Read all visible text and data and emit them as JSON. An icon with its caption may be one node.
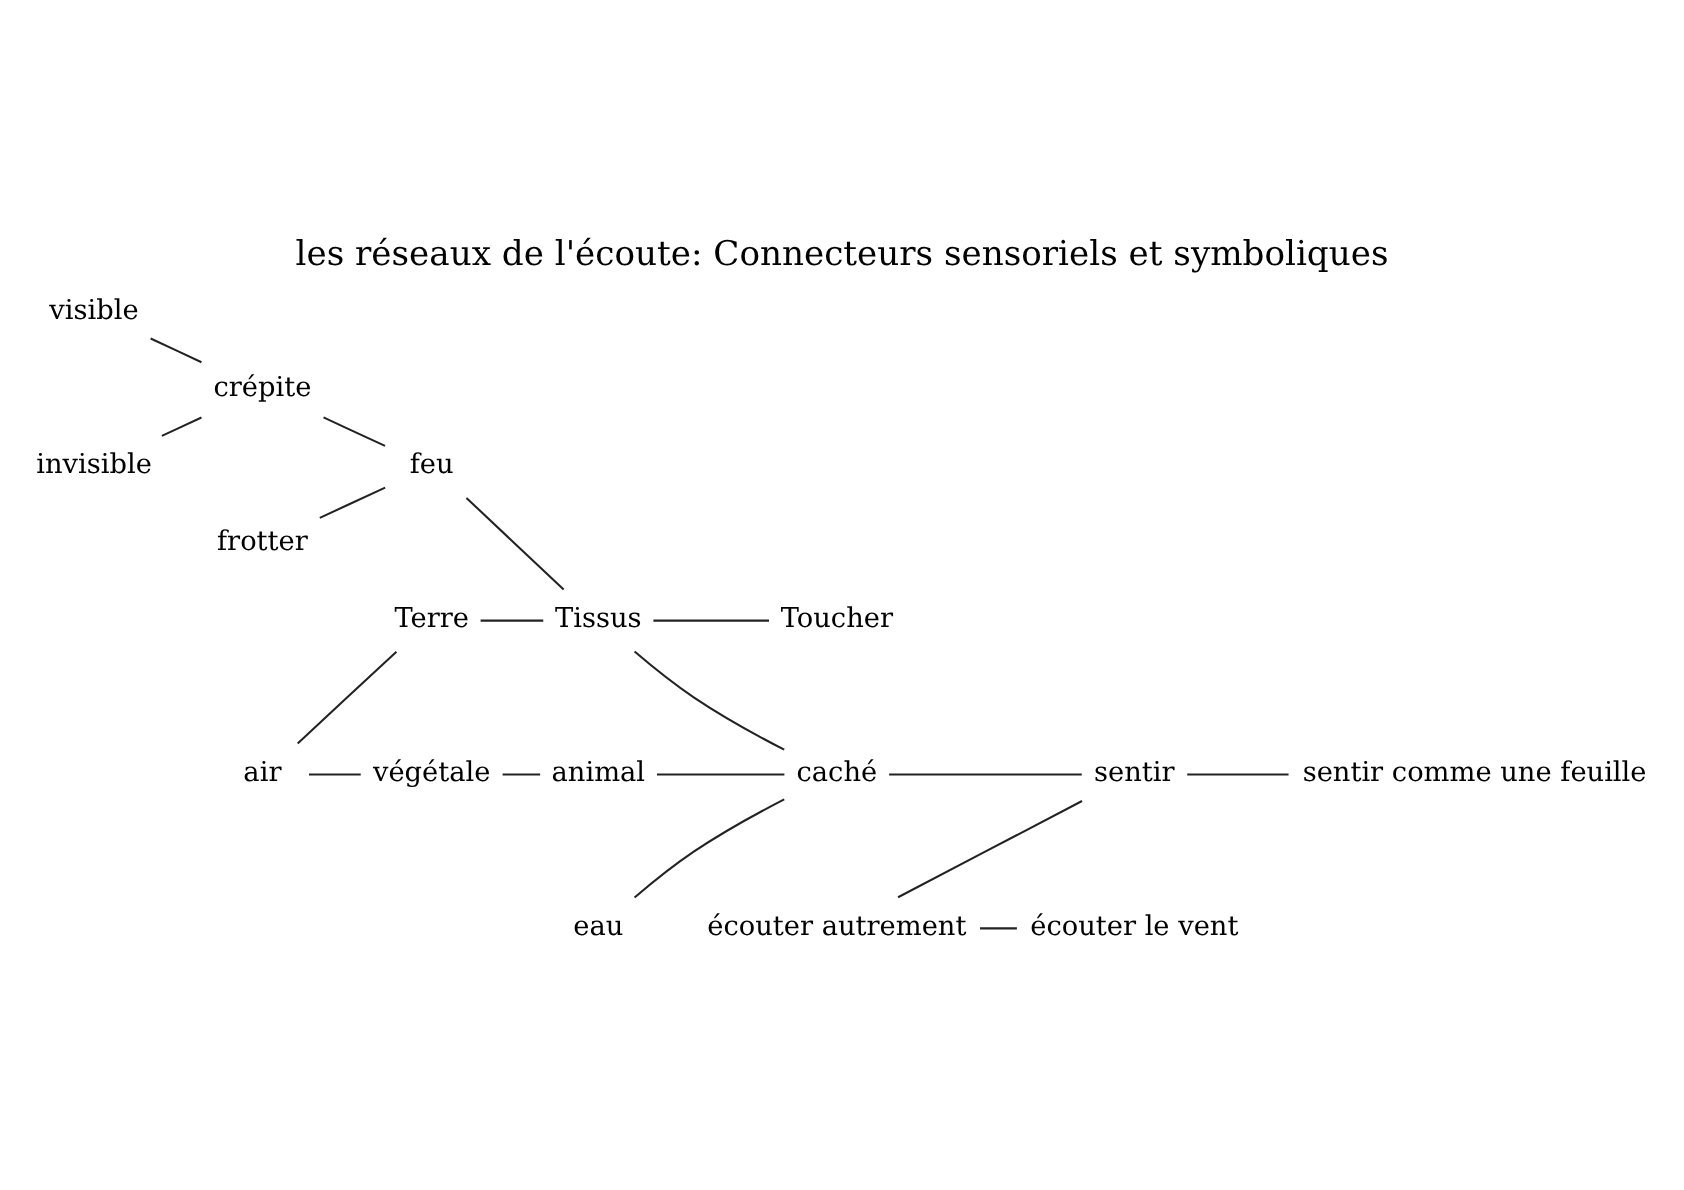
{
  "diagram": {
    "title": "les réseaux de l'écoute: Connecteurs sensoriels et symboliques",
    "nodes": [
      {
        "text": [
          "visible"
        ]
      },
      {
        "text": [
          "écouter le vent"
        ]
      },
      {
        "text": [
          "animal"
        ]
      },
      {
        "text": [
          "végétale"
        ]
      },
      {
        "text": [
          "écouter autrement"
        ]
      },
      {
        "text": [
          "air"
        ]
      },
      {
        "text": [
          "crépite"
        ]
      },
      {
        "text": [
          "invisible"
        ]
      },
      {
        "text": [
          "eau"
        ]
      },
      {
        "text": [
          "caché"
        ]
      },
      {
        "text": [
          "sentir"
        ]
      },
      {
        "text": [
          "Terre"
        ]
      },
      {
        "text": [
          "sentir comme une feuille"
        ]
      },
      {
        "text": [
          "feu"
        ]
      },
      {
        "text": [
          "Tissus"
        ]
      },
      {
        "text": [
          "frotter"
        ]
      },
      {
        "text": [
          "Toucher"
        ]
      }
    ],
    "edges": [
      {
        "from": 0,
        "to": 6,
        "arrow": "none"
      },
      {
        "from": 7,
        "to": 6,
        "arrow": "none"
      },
      {
        "from": 6,
        "to": 13,
        "arrow": "none"
      },
      {
        "from": 5,
        "to": 11,
        "arrow": "none"
      },
      {
        "from": 5,
        "to": 3,
        "arrow": "none"
      },
      {
        "from": 3,
        "to": 2,
        "arrow": "none"
      },
      {
        "from": 2,
        "to": 9,
        "arrow": "none"
      },
      {
        "from": 8,
        "to": 9,
        "arrow": "none"
      },
      {
        "from": 11,
        "to": 14,
        "arrow": "none"
      },
      {
        "from": 13,
        "to": 14,
        "arrow": "none"
      },
      {
        "from": 15,
        "to": 13,
        "arrow": "none"
      },
      {
        "from": 14,
        "to": 9,
        "arrow": "none"
      },
      {
        "from": 14,
        "to": 16,
        "arrow": "none"
      },
      {
        "from": 9,
        "to": 10,
        "arrow": "none"
      },
      {
        "from": 4,
        "to": 10,
        "arrow": "none"
      },
      {
        "from": 4,
        "to": 1,
        "arrow": "none"
      },
      {
        "from": 10,
        "to": 12,
        "arrow": "none"
      }
    ]
  }
}
